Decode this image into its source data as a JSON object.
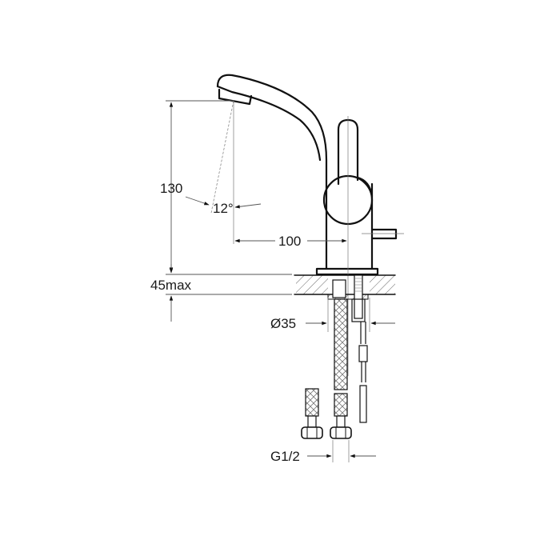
{
  "drawing": {
    "subject": "Single-lever basin mixer faucet technical drawing",
    "stroke_color": "#111111",
    "background": "#ffffff",
    "dimensions": {
      "height": "130",
      "spout_angle": "12°",
      "reach": "100",
      "deck_thickness": "45max",
      "mount_hole_diameter": "Ø35",
      "connection_thread": "G1/2"
    }
  }
}
